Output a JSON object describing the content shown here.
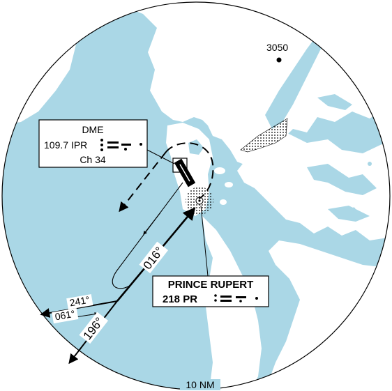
{
  "chart": {
    "spot_elevation": "3050",
    "dme_box": {
      "title": "DME",
      "freq_ident": "109.7 IPR",
      "channel": "Ch 34"
    },
    "ndb_box": {
      "name": "PRINCE RUPERT",
      "freq_ident": "218 PR"
    },
    "bearings": {
      "inbound": "016°",
      "outbound": "196°",
      "procedure_out": "241°",
      "procedure_in": "061°"
    },
    "range_label": "10 NM"
  },
  "colors": {
    "water": "#aad7e6",
    "land": "#ffffff",
    "ink": "#000000"
  }
}
